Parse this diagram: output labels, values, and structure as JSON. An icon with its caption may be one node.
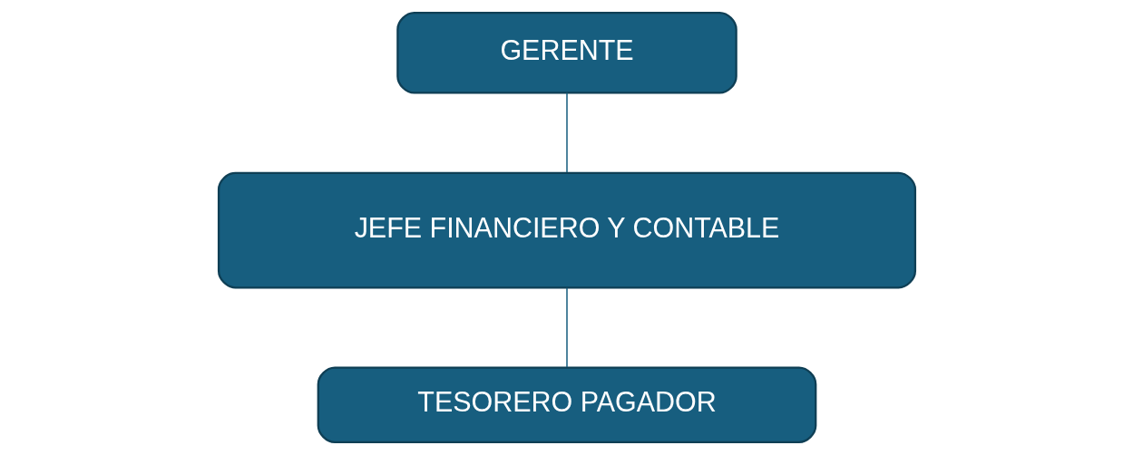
{
  "diagram": {
    "nodes": [
      {
        "text": [
          "GERENTE"
        ]
      },
      {
        "text": [
          "JEFE FINANCIERO Y CONTABLE"
        ]
      },
      {
        "text": [
          "TESORERO PAGADOR"
        ]
      }
    ],
    "edges": [
      {
        "from": 0,
        "to": 1,
        "arrow": "none"
      },
      {
        "from": 1,
        "to": 2,
        "arrow": "none"
      }
    ]
  }
}
